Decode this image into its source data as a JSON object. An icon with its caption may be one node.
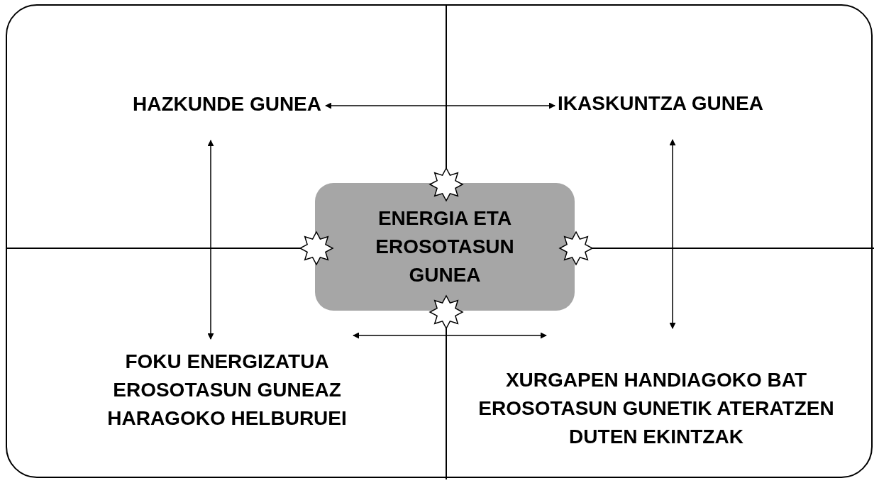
{
  "diagram": {
    "nodes": [
      {
        "text": [],
        "shape": "box"
      },
      {
        "text": [
          "HAZKUNDE GUNEA"
        ],
        "in": 0
      },
      {
        "text": [
          "IKASKUNTZA GUNEA"
        ],
        "in": 0
      },
      {
        "text": [
          "ENERGIA ETA EROSOTASUN GUNEA"
        ],
        "in": 0
      },
      {
        "text": [
          "FOKU ENERGIZATUA EROSOTASUN GUNEAZ HARAGOKO HELBURUEI"
        ],
        "in": 0
      },
      {
        "text": [
          "XURGAPEN HANDIAGOKO BAT EROSOTASUN GUNETIK ATERATZEN DUTEN EKINTZAK"
        ],
        "in": 0
      }
    ],
    "edges": [
      {
        "from": 1,
        "to": 2,
        "arrow": "both"
      },
      {
        "from": 1,
        "to": 4,
        "arrow": "both"
      },
      {
        "from": 2,
        "to": 5,
        "arrow": "both"
      }
    ]
  }
}
